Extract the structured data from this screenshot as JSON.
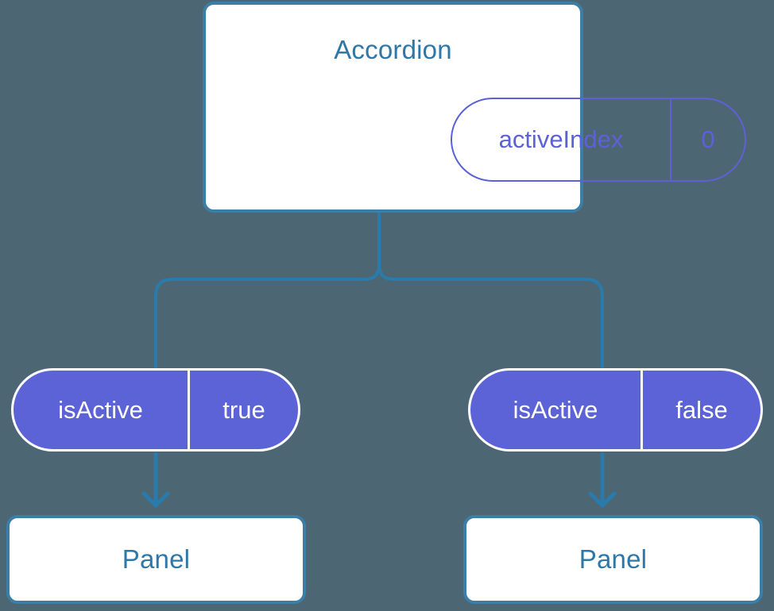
{
  "diagram": {
    "type": "component-tree",
    "background_color": "#4c6773",
    "connector_color": "#2a7aab",
    "card_border_color": "#3b7ea8",
    "card_title_color": "#2e77a6",
    "pill_outline_color": "#5b61d6",
    "pill_solid_fill": "#5c63d6",
    "pill_solid_text_color": "#ffffff"
  },
  "root": {
    "title": "Accordion",
    "state": {
      "key": "activeIndex",
      "value": "0"
    }
  },
  "children": [
    {
      "prop": {
        "key": "isActive",
        "value": "true"
      },
      "component": {
        "title": "Panel"
      }
    },
    {
      "prop": {
        "key": "isActive",
        "value": "false"
      },
      "component": {
        "title": "Panel"
      }
    }
  ]
}
